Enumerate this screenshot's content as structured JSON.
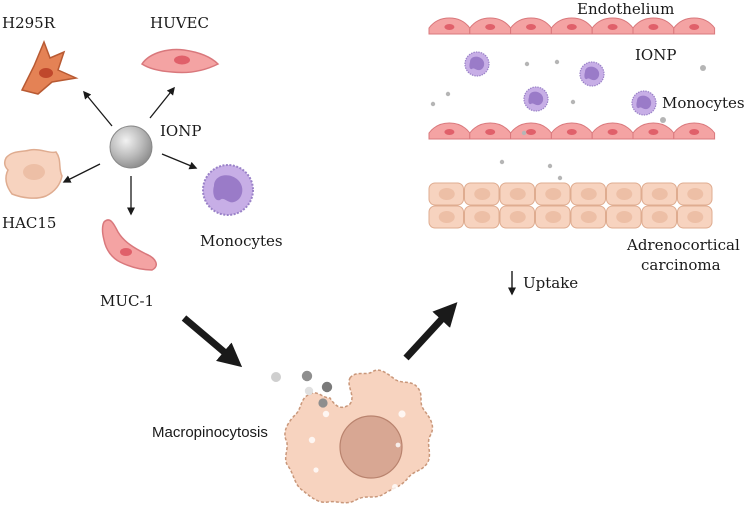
{
  "left_panel": {
    "center_label": "IONP",
    "cells": {
      "h295r": "H295R",
      "huvec": "HUVEC",
      "hac15": "HAC15",
      "muc1": "MUC-1",
      "monocytes": "Monocytes"
    }
  },
  "right_panel": {
    "endothelium": "Endothelium",
    "ionp": "IONP",
    "monocytes": "Monocytes",
    "tissue_line1": "Adrenocortical",
    "tissue_line2": "carcinoma",
    "uptake": "Uptake"
  },
  "bottom": {
    "process": "Macropinocytosis"
  },
  "colors": {
    "endothelial_fill": "#f4a3a3",
    "endothelial_nucleus": "#e0606a",
    "tumor_fill": "#f7d3bf",
    "tumor_nucleus": "#edbfa6",
    "monocyte_fill": "#c7aee6",
    "monocyte_nucleus": "#9a7bc8",
    "h295r_fill": "#e48255",
    "arrow": "#1a1a1a"
  }
}
